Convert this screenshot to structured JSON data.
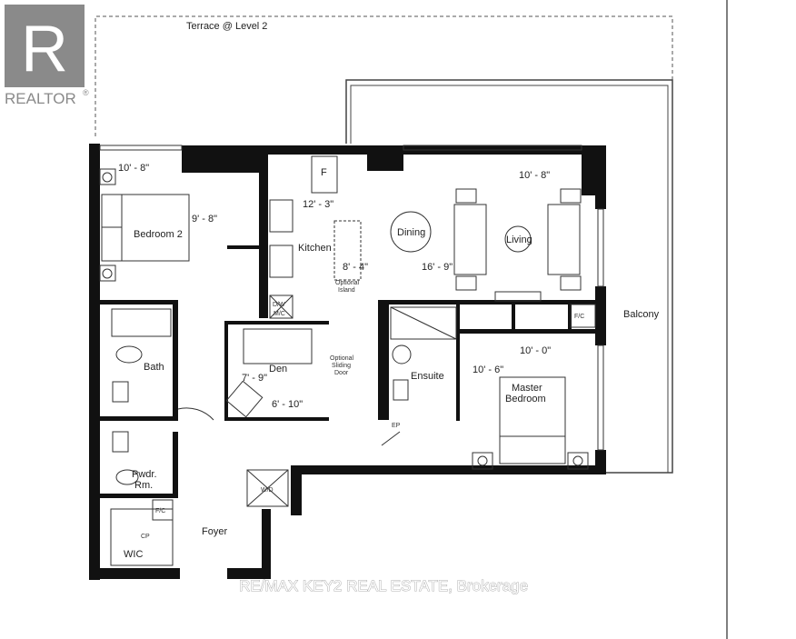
{
  "logo": {
    "text": "REALTOR",
    "mark": "®",
    "letter": "R"
  },
  "watermark": "RE/MAX KEY2 REAL ESTATE, Brokerage",
  "outdoor": {
    "terrace": "Terrace @ Level 2",
    "balcony": "Balcony"
  },
  "rooms": {
    "bedroom2": "Bedroom 2",
    "kitchen": "Kitchen",
    "dining": "Dining",
    "living": "Living",
    "den": "Den",
    "bath": "Bath",
    "ensuite": "Ensuite",
    "master1": "Master",
    "master2": "Bedroom",
    "pwdr1": "Pwdr.",
    "pwdr2": "Rm.",
    "foyer": "Foyer",
    "wic": "WIC"
  },
  "dimensions": {
    "bed2_w": "10' - 8\"",
    "bed2_l": "9' - 8\"",
    "kitchen": "12' - 3\"",
    "island": "8' - 4\"",
    "living_l": "16' - 9\"",
    "living_w": "10' - 8\"",
    "den_w": "7' - 9\"",
    "den_l": "6' - 10\"",
    "master_w": "10' - 0\"",
    "master_l": "10' - 6\""
  },
  "fixtures": {
    "fridge": "F",
    "dw1": "D/W",
    "dw2": "M/C",
    "fc": "F/C",
    "wd": "W/D",
    "cp": "CP",
    "ep": "EP",
    "island1": "Optional",
    "island2": "Island",
    "sliding1": "Optional",
    "sliding2": "Sliding",
    "sliding3": "Door"
  }
}
